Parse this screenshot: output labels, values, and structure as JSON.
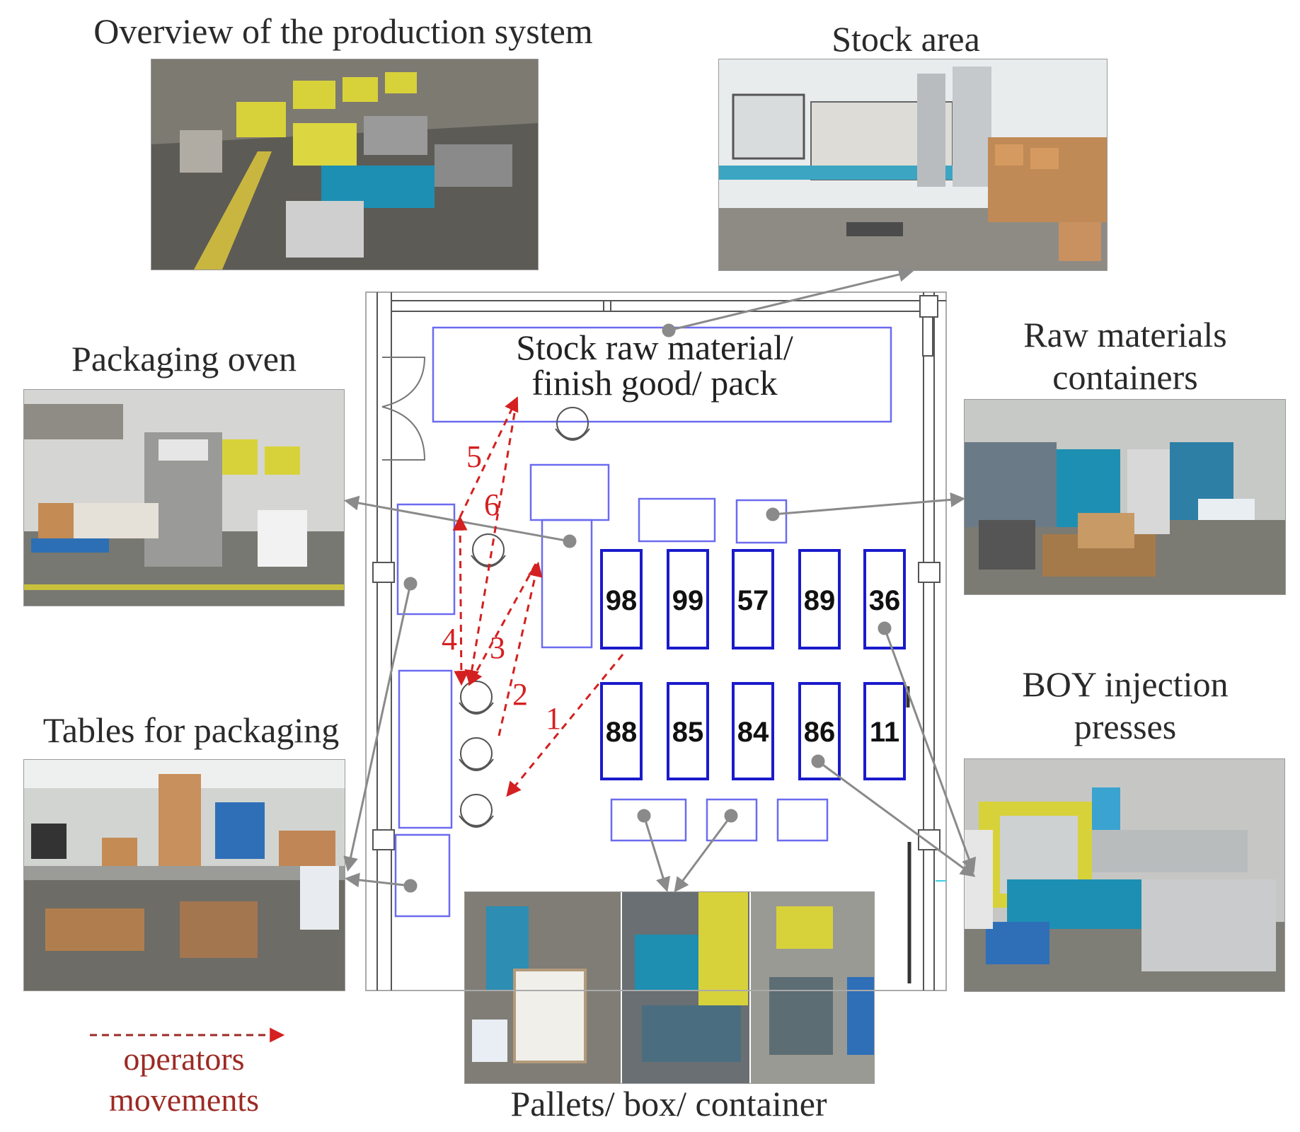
{
  "captions": {
    "overview": "Overview of the production system",
    "stock_area": "Stock area",
    "packaging_oven": "Packaging oven",
    "raw_materials_line1": "Raw materials",
    "raw_materials_line2": "containers",
    "tables_packaging": "Tables for packaging",
    "boy_line1": "BOY injection",
    "boy_line2": "presses",
    "pallets": "Pallets/ box/ container"
  },
  "floorplan": {
    "stock_label_line1": "Stock raw material/",
    "stock_label_line2": "finish good/ pack",
    "machines_top": [
      "98",
      "99",
      "57",
      "89",
      "36"
    ],
    "machines_bottom": [
      "88",
      "85",
      "84",
      "86",
      "11"
    ],
    "movement_numbers": [
      "1",
      "2",
      "3",
      "4",
      "5",
      "6"
    ]
  },
  "legend": {
    "line1": "operators",
    "line2": "movements"
  },
  "colors": {
    "zone_outline": "#6b6bf0",
    "machine_outline": "#1a1acc",
    "movement_arrow": "#d42020",
    "link_line": "#8a8a8a",
    "legend_text": "#9c2a24"
  }
}
